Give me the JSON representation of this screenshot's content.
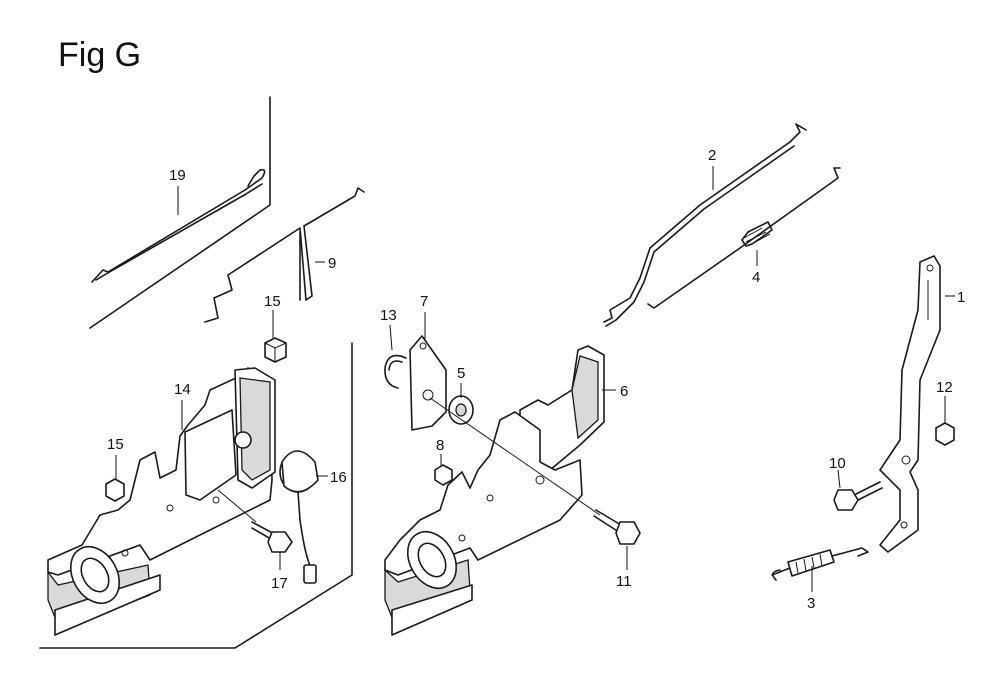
{
  "figure": {
    "title": "Fig G"
  },
  "callouts": [
    {
      "id": "c1",
      "label": "1"
    },
    {
      "id": "c2",
      "label": "2"
    },
    {
      "id": "c3",
      "label": "3"
    },
    {
      "id": "c4",
      "label": "4"
    },
    {
      "id": "c5",
      "label": "5"
    },
    {
      "id": "c6",
      "label": "6"
    },
    {
      "id": "c7",
      "label": "7"
    },
    {
      "id": "c8",
      "label": "8"
    },
    {
      "id": "c9",
      "label": "9"
    },
    {
      "id": "c10",
      "label": "10"
    },
    {
      "id": "c11",
      "label": "11"
    },
    {
      "id": "c12",
      "label": "12"
    },
    {
      "id": "c13",
      "label": "13"
    },
    {
      "id": "c14",
      "label": "14"
    },
    {
      "id": "c15a",
      "label": "15"
    },
    {
      "id": "c15b",
      "label": "15"
    },
    {
      "id": "c16",
      "label": "16"
    },
    {
      "id": "c17",
      "label": "17"
    },
    {
      "id": "c19",
      "label": "19"
    }
  ]
}
